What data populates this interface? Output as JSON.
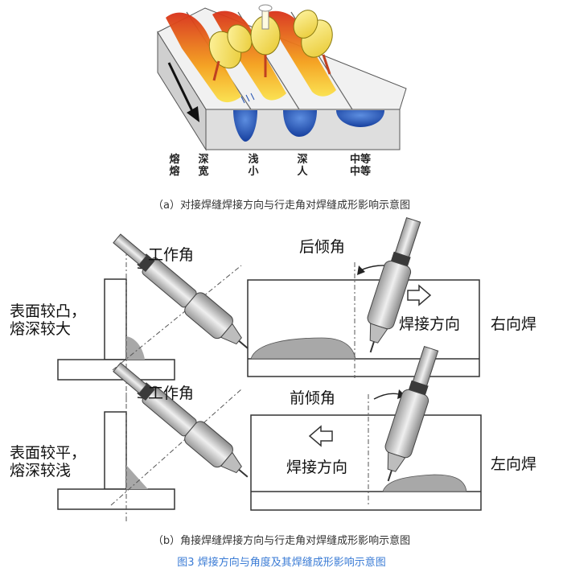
{
  "part_a": {
    "caption": "（a）对接焊缝焊接方向与行走角对焊缝成形影响示意图",
    "labels": [
      {
        "text": "熔\n熔"
      },
      {
        "text": "深\n宽"
      },
      {
        "text": "浅\n小"
      },
      {
        "text": "深\n人"
      },
      {
        "text": "中等\n中等"
      }
    ]
  },
  "part_b": {
    "caption": "（b）角接焊缝焊接方向与行走角对焊缝成形影响示意图",
    "top_left_angle": "工作角",
    "top_left_desc": "表面较凸，\n熔深较大",
    "bottom_left_angle": "工作角",
    "bottom_left_desc": "表面较平，\n熔深较浅",
    "top_right_angle": "后倾角",
    "top_right_dir": "焊接方向",
    "top_right_side": "右向焊",
    "bottom_right_angle": "前倾角",
    "bottom_right_dir": "焊接方向",
    "bottom_right_side": "左向焊"
  },
  "figure_title": "图3 焊接方向与角度及其焊缝成形影响示意图",
  "colors": {
    "torch_body": "#c8c8c8",
    "hot_bead": "#e83a1c",
    "warm_bead": "#f7c61a",
    "penetration": "#1f4fb0",
    "bead_gray": "#a8a8a8",
    "caption_blue": "#3a7bd5"
  }
}
